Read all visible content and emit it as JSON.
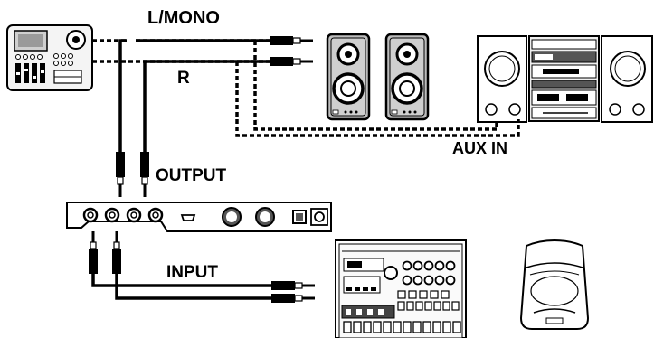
{
  "labels": {
    "l_mono": "L/MONO",
    "r": "R",
    "aux_in": "AUX IN",
    "output": "OUTPUT",
    "input": "INPUT"
  },
  "colors": {
    "line": "#000000",
    "background": "#ffffff",
    "device_gray": "#d9d9d9",
    "speaker_gray": "#bdbdbd",
    "panel_dark": "#555555"
  },
  "devices": [
    {
      "icon": "multitrack-recorder-icon"
    },
    {
      "icon": "monitor-speaker-icon"
    },
    {
      "icon": "stereo-system-icon"
    },
    {
      "icon": "audio-interface-icon"
    },
    {
      "icon": "rhythm-machine-icon"
    },
    {
      "icon": "cd-player-icon"
    }
  ]
}
